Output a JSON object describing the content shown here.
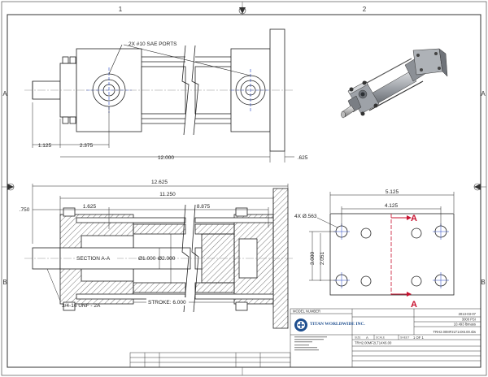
{
  "zones": {
    "top": [
      "1",
      "2"
    ],
    "side": [
      "A",
      "B"
    ]
  },
  "top_view": {
    "ports_note": "2X #10 SAE PORTS",
    "dim_left": "1.125",
    "dim_mid": "2.375",
    "dim_overall": "12.000",
    "dim_flange": ".625"
  },
  "section_view": {
    "dim_total": "12.625",
    "dim_body": "11.250",
    "dim_rod": ".750",
    "dim_port": "1.625",
    "dim_stroke_len": "8.875",
    "section_label": "SECTION A-A",
    "bore_rod": "Ø1.000",
    "bore_cyl": "Ø2.000",
    "stroke": "STROKE: 6.000",
    "thread": "3/4-16 UNF - 2A"
  },
  "flange_view": {
    "width": "5.125",
    "hole_spacing": "4.125",
    "height": "3.000",
    "inner_height": "2.051",
    "holes_note": "4X Ø.563",
    "section_marker": "A"
  },
  "title_block": {
    "model_number_label": "MODEL NUMBER",
    "company": "TITAN WORLDWIDE INC.",
    "date": "2013-03-07",
    "pressure": "3000 PSI",
    "weight": "10.493 lbmass",
    "file_name": "TRH2.00MF2LT14X6.00.slw",
    "scale_label": "SCALE",
    "sheet_label": "SHEET",
    "size_value": "A",
    "sheet_value": "1  OF  1",
    "part_number": "TRH2.00MF2LT14X6.00"
  }
}
